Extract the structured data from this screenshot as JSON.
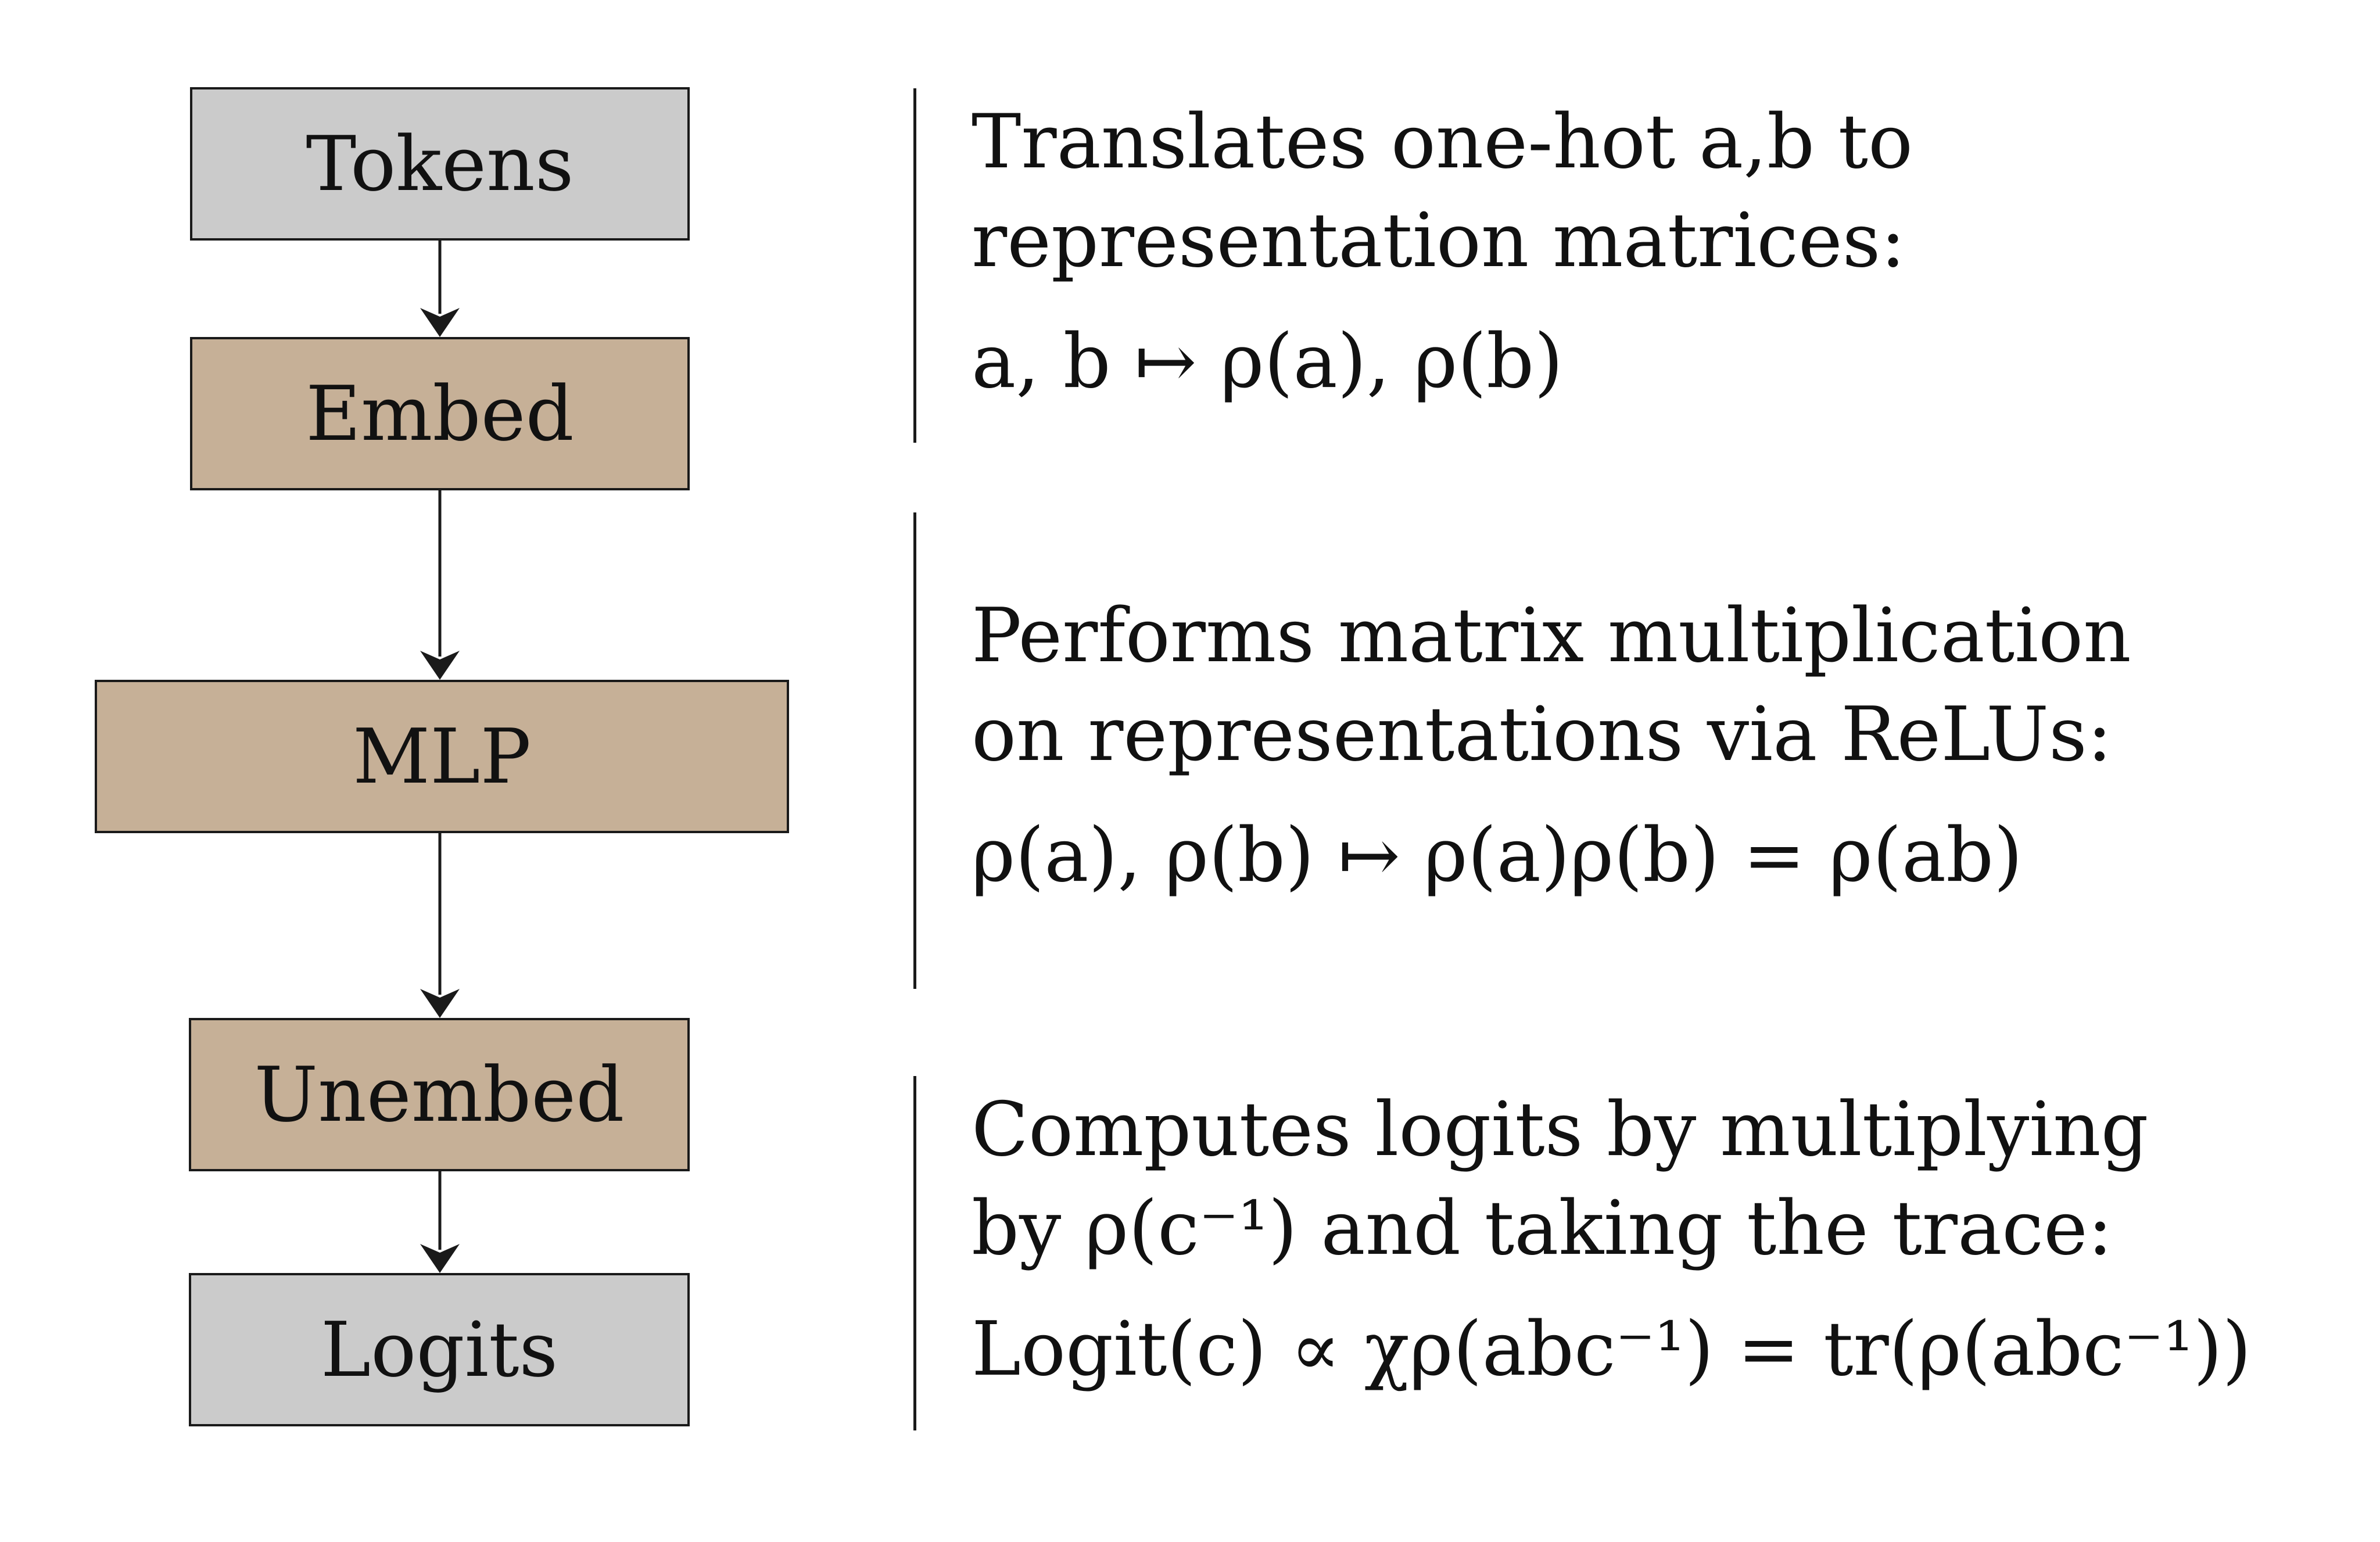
{
  "colors": {
    "gray_block": "#cbcbcb",
    "tan_block": "#c6b097",
    "stroke": "#1a1a1a"
  },
  "blocks": {
    "tokens": "Tokens",
    "embed": "Embed",
    "mlp": "MLP",
    "unembed": "Unembed",
    "logits": "Logits"
  },
  "descriptions": {
    "embed": {
      "line1": "Translates one-hot a,b to",
      "line2": "representation matrices:",
      "formula": "a, b ↦ ρ(a), ρ(b)"
    },
    "mlp": {
      "line1": "Performs matrix multiplication",
      "line2": "on representations via ReLUs:",
      "formula": "ρ(a), ρ(b) ↦ ρ(a)ρ(b) = ρ(ab)"
    },
    "unembed": {
      "line1": "Computes logits by multiplying",
      "line2": "by ρ(c⁻¹) and taking the trace:",
      "formula": "Logit(c) ∝ χρ(abc⁻¹) = tr(ρ(abc⁻¹))"
    }
  }
}
